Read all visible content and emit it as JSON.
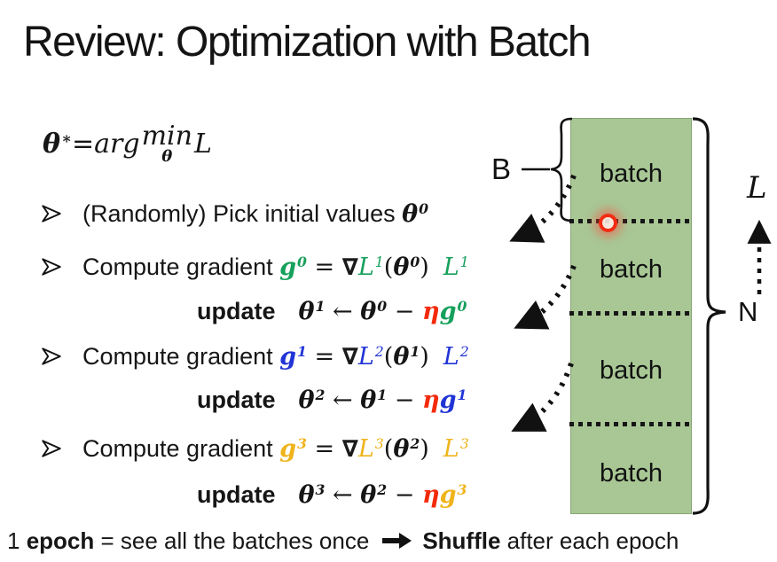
{
  "title": "Review: Optimization with Batch",
  "colors": {
    "green": "#16a05c",
    "blue": "#2134d6",
    "gold": "#efb41c",
    "red": "#f32a0a",
    "batch_fill": "#a8c795",
    "batch_border": "#87a476",
    "text": "#161616"
  },
  "objective": [
    {
      "t": "θ",
      "cls": "math b",
      "sup": "∗"
    },
    {
      "t": " = ",
      "cls": "math up"
    },
    {
      "t": "arg ",
      "cls": "math"
    },
    {
      "t": "min",
      "under": "θ",
      "cls": "math"
    },
    {
      "t": " L",
      "cls": "math"
    }
  ],
  "bullets": {
    "pick": [
      {
        "t": "(Randomly) Pick initial values ",
        "cls": "txt"
      },
      {
        "t": "θ",
        "cls": "math b",
        "sup": "0"
      }
    ],
    "grad1": [
      {
        "t": "Compute gradient ",
        "cls": "txt"
      },
      {
        "t": "g",
        "cls": "math b green",
        "sup": "0"
      },
      {
        "t": " = ",
        "cls": "math up"
      },
      {
        "t": "∇",
        "cls": "nab"
      },
      {
        "t": "L",
        "cls": "math green",
        "sup": "1"
      },
      {
        "t": "(",
        "cls": "math up"
      },
      {
        "t": "θ",
        "cls": "math b",
        "sup": "0"
      },
      {
        "t": ")",
        "cls": "math up"
      },
      {
        "t": "L",
        "cls": "math green gap",
        "sup": "1"
      }
    ],
    "upd1": [
      {
        "t": "update",
        "cls": "txt b"
      },
      {
        "t": "θ",
        "cls": "math b gap2",
        "sup": "1"
      },
      {
        "t": " ← ",
        "cls": "math up"
      },
      {
        "t": "θ",
        "cls": "math b",
        "sup": "0"
      },
      {
        "t": " − ",
        "cls": "math up"
      },
      {
        "t": "η",
        "cls": "math b red"
      },
      {
        "t": "g",
        "cls": "math b green",
        "sup": "0"
      }
    ],
    "grad2": [
      {
        "t": "Compute gradient ",
        "cls": "txt"
      },
      {
        "t": "g",
        "cls": "math b blue",
        "sup": "1"
      },
      {
        "t": " = ",
        "cls": "math up"
      },
      {
        "t": "∇",
        "cls": "nab"
      },
      {
        "t": "L",
        "cls": "math blue",
        "sup": "2"
      },
      {
        "t": "(",
        "cls": "math up"
      },
      {
        "t": "θ",
        "cls": "math b",
        "sup": "1"
      },
      {
        "t": ")",
        "cls": "math up"
      },
      {
        "t": "L",
        "cls": "math blue gap",
        "sup": "2"
      }
    ],
    "upd2": [
      {
        "t": "update",
        "cls": "txt b"
      },
      {
        "t": "θ",
        "cls": "math b gap2",
        "sup": "2"
      },
      {
        "t": " ← ",
        "cls": "math up"
      },
      {
        "t": "θ",
        "cls": "math b",
        "sup": "1"
      },
      {
        "t": " − ",
        "cls": "math up"
      },
      {
        "t": "η",
        "cls": "math b red"
      },
      {
        "t": "g",
        "cls": "math b blue",
        "sup": "1"
      }
    ],
    "grad3": [
      {
        "t": "Compute gradient ",
        "cls": "txt"
      },
      {
        "t": "g",
        "cls": "math b gold",
        "sup": "3"
      },
      {
        "t": " = ",
        "cls": "math up"
      },
      {
        "t": "∇",
        "cls": "nab"
      },
      {
        "t": "L",
        "cls": "math gold",
        "sup": "3"
      },
      {
        "t": "(",
        "cls": "math up"
      },
      {
        "t": "θ",
        "cls": "math b",
        "sup": "2"
      },
      {
        "t": ")",
        "cls": "math up"
      },
      {
        "t": "L",
        "cls": "math gold gap",
        "sup": "3"
      }
    ],
    "upd3": [
      {
        "t": "update",
        "cls": "txt b"
      },
      {
        "t": "θ",
        "cls": "math b gap2",
        "sup": "3"
      },
      {
        "t": " ← ",
        "cls": "math up"
      },
      {
        "t": "θ",
        "cls": "math b",
        "sup": "2"
      },
      {
        "t": " − ",
        "cls": "math up"
      },
      {
        "t": "η",
        "cls": "math b red"
      },
      {
        "t": "g",
        "cls": "math b gold",
        "sup": "3"
      }
    ]
  },
  "footer_left": [
    {
      "t": "1 ",
      "cls": "txt"
    },
    {
      "t": "epoch",
      "cls": "txt b"
    },
    {
      "t": " = see all the batches once",
      "cls": "txt"
    }
  ],
  "footer_right": [
    {
      "t": "Shuffle",
      "cls": "txt b"
    },
    {
      "t": " after each epoch",
      "cls": "txt"
    }
  ],
  "diagram": {
    "batch_labels": [
      "batch",
      "batch",
      "batch",
      "batch"
    ],
    "batch_size_label": "B",
    "dataset_size_label": "N",
    "loss_label": "L",
    "icons": {
      "bullet": "arrowhead-right-icon",
      "footer_arrow": "right-arrow-icon",
      "laser": "laser-pointer-dot",
      "loss_arrow": "dashed-up-arrow-icon",
      "batch_pointers": "dotted-diagonal-arrow-icon"
    }
  }
}
